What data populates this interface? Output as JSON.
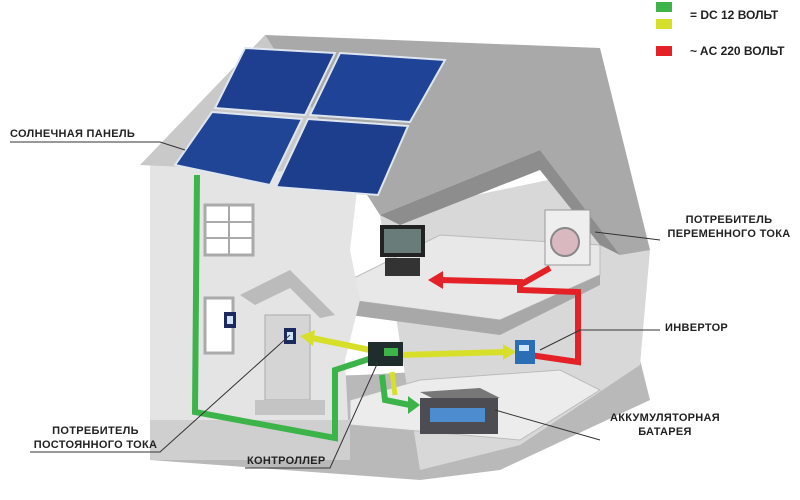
{
  "legend": {
    "dc_label": "= DC 12 ВОЛЬТ",
    "ac_label": "~ AC 220 ВОЛЬТ",
    "colors": {
      "dc_green": "#3cb44a",
      "dc_yellow": "#d8df2a",
      "ac_red": "#e42126"
    }
  },
  "labels": {
    "solar_panel": "СОЛНЕЧНАЯ ПАНЕЛЬ",
    "ac_consumer": [
      "ПОТРЕБИТЕЛЬ",
      "ПЕРЕМЕННОГО ТОКА"
    ],
    "inverter": "ИНВЕРТОР",
    "battery": [
      "АККУМУЛЯТОРНАЯ",
      "БАТАРЕЯ"
    ],
    "dc_consumer": [
      "ПОТРЕБИТЕЛЬ",
      "ПОСТОЯННОГО ТОКА"
    ],
    "controller": "КОНТРОЛЛЕР"
  }
}
